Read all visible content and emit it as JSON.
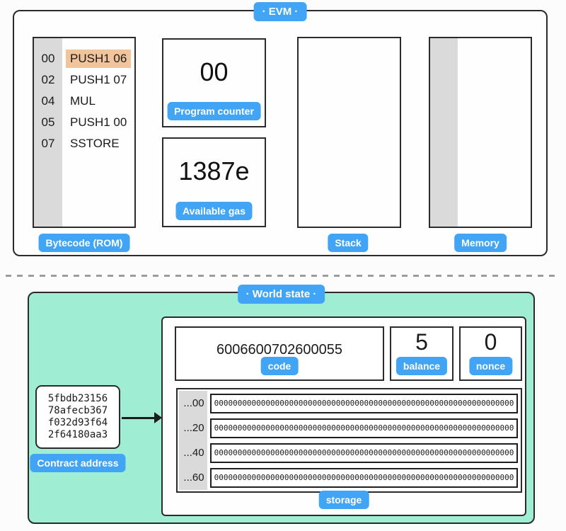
{
  "evm": {
    "title": "· EVM ·",
    "bytecode": {
      "label": "Bytecode (ROM)",
      "highlighted_row": 0,
      "rows": [
        {
          "offset": "00",
          "instruction": "PUSH1 06"
        },
        {
          "offset": "02",
          "instruction": "PUSH1 07"
        },
        {
          "offset": "04",
          "instruction": "MUL"
        },
        {
          "offset": "05",
          "instruction": "PUSH1 00"
        },
        {
          "offset": "07",
          "instruction": "SSTORE"
        }
      ]
    },
    "program_counter": {
      "value": "00",
      "label": "Program counter"
    },
    "available_gas": {
      "value": "1387e",
      "label": "Available gas"
    },
    "stack": {
      "label": "Stack"
    },
    "memory": {
      "label": "Memory"
    }
  },
  "world_state": {
    "title": "· World state ·",
    "contract_address": {
      "label": "Contract address",
      "lines": [
        "5fbdb23156",
        "78afecb367",
        "f032d93f64",
        "2f64180aa3"
      ]
    },
    "account": {
      "code": {
        "value": "6006600702600055",
        "label": "code"
      },
      "balance": {
        "value": "5",
        "label": "balance"
      },
      "nonce": {
        "value": "0",
        "label": "nonce"
      },
      "storage": {
        "label": "storage",
        "rows": [
          {
            "offset": "...00",
            "value": "0000000000000000000000000000000000000000000000000000000000000000"
          },
          {
            "offset": "...20",
            "value": "0000000000000000000000000000000000000000000000000000000000000000"
          },
          {
            "offset": "...40",
            "value": "0000000000000000000000000000000000000000000000000000000000000000"
          },
          {
            "offset": "...60",
            "value": "0000000000000000000000000000000000000000000000000000000000000000"
          }
        ]
      }
    }
  },
  "colors": {
    "badge_blue": "#42a4f4",
    "highlight_orange": "#f1c49b",
    "world_state_green": "#9fedd2",
    "column_gray": "#dadada",
    "border_dark": "#2b2b2b"
  }
}
